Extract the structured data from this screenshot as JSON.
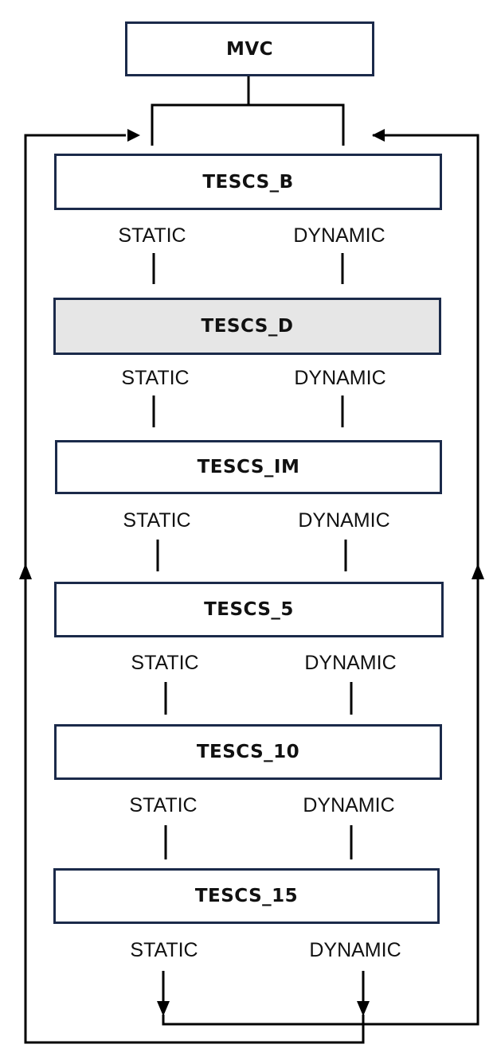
{
  "top_node": {
    "label": "MVC"
  },
  "nodes": [
    {
      "label": "TESCS_B",
      "shaded": false,
      "left_output": "STATIC",
      "right_output": "DYNAMIC"
    },
    {
      "label": "TESCS_D",
      "shaded": true,
      "left_output": "STATIC",
      "right_output": "DYNAMIC"
    },
    {
      "label": "TESCS_IM",
      "shaded": false,
      "left_output": "STATIC",
      "right_output": "DYNAMIC"
    },
    {
      "label": "TESCS_5",
      "shaded": false,
      "left_output": "STATIC",
      "right_output": "DYNAMIC"
    },
    {
      "label": "TESCS_10",
      "shaded": false,
      "left_output": "STATIC",
      "right_output": "DYNAMIC"
    },
    {
      "label": "TESCS_15",
      "shaded": false,
      "left_output": "STATIC",
      "right_output": "DYNAMIC"
    }
  ],
  "colors": {
    "box_border": "#1b2a4a",
    "shaded_fill": "#e6e6e6",
    "line": "#000000"
  }
}
